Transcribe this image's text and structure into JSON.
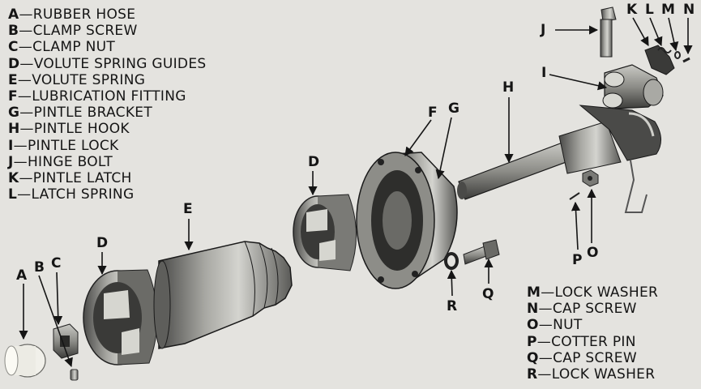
{
  "legend_left": [
    {
      "key": "A",
      "text": "RUBBER HOSE"
    },
    {
      "key": "B",
      "text": "CLAMP SCREW"
    },
    {
      "key": "C",
      "text": "CLAMP NUT"
    },
    {
      "key": "D",
      "text": "VOLUTE SPRING GUIDES"
    },
    {
      "key": "E",
      "text": "VOLUTE SPRING"
    },
    {
      "key": "F",
      "text": "LUBRICATION FITTING"
    },
    {
      "key": "G",
      "text": "PINTLE BRACKET"
    },
    {
      "key": "H",
      "text": "PINTLE HOOK"
    },
    {
      "key": "I",
      "text": "PINTLE LOCK"
    },
    {
      "key": "J",
      "text": "HINGE BOLT"
    },
    {
      "key": "K",
      "text": "PINTLE LATCH"
    },
    {
      "key": "L",
      "text": "LATCH SPRING"
    }
  ],
  "legend_right": [
    {
      "key": "M",
      "text": "LOCK WASHER"
    },
    {
      "key": "N",
      "text": "CAP SCREW"
    },
    {
      "key": "O",
      "text": "NUT"
    },
    {
      "key": "P",
      "text": "COTTER PIN"
    },
    {
      "key": "Q",
      "text": "CAP SCREW"
    },
    {
      "key": "R",
      "text": "LOCK WASHER"
    }
  ],
  "separator": "—",
  "callouts": {
    "A": "A",
    "B": "B",
    "C": "C",
    "D1": "D",
    "D2": "D",
    "E": "E",
    "F": "F",
    "G": "G",
    "H": "H",
    "I": "I",
    "J": "J",
    "K": "K",
    "L": "L",
    "M": "M",
    "N": "N",
    "O": "O",
    "P": "P",
    "Q": "Q",
    "R": "R"
  }
}
